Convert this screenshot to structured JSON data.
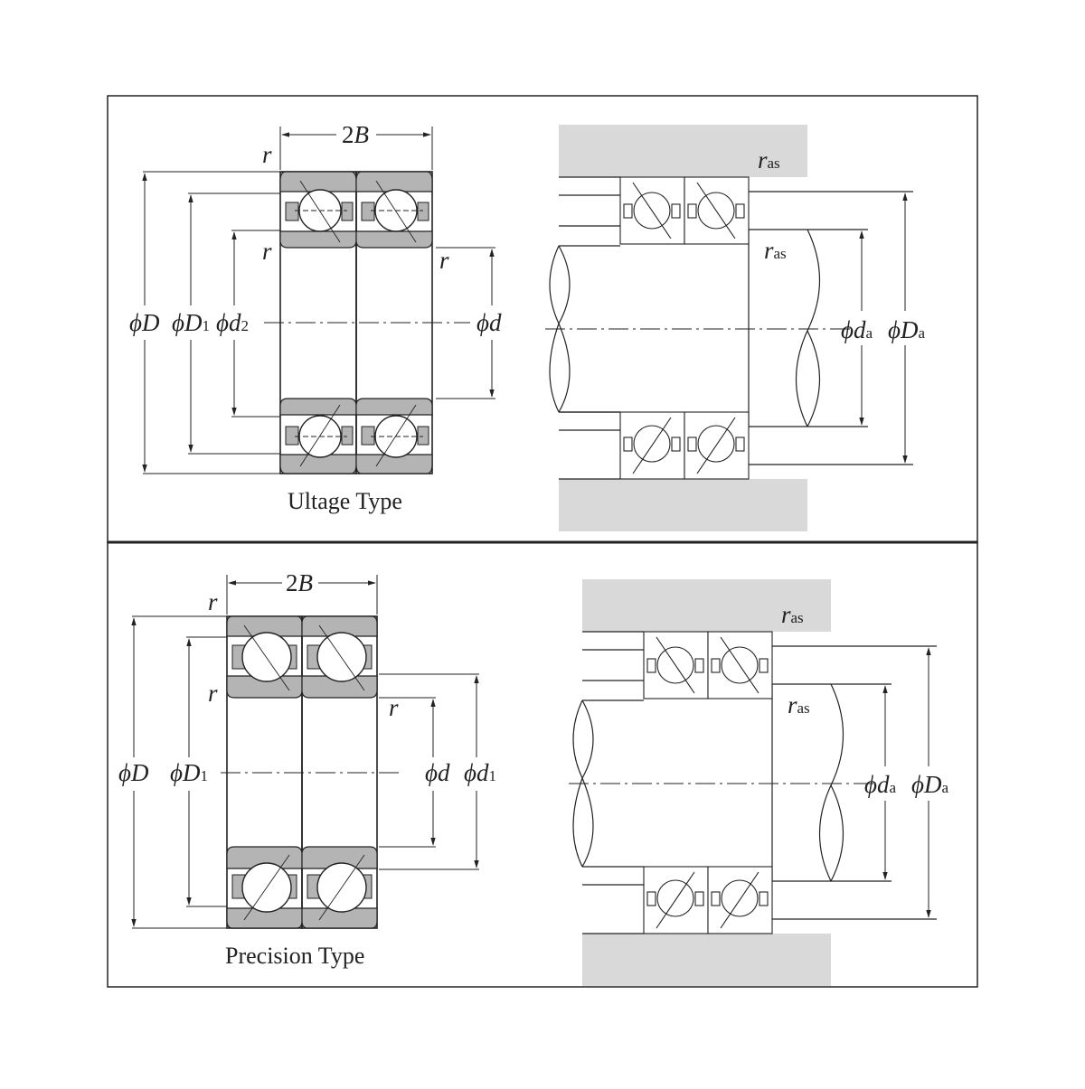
{
  "colors": {
    "race": "#b4b4b4",
    "housing": "#d9d9d9",
    "line": "#222222",
    "panel_border": "#222222"
  },
  "panels": [
    {
      "caption": "Ultage Type",
      "width_label": "2B",
      "corner_radius_label": "r",
      "outer_dia": {
        "prefix": "ϕ",
        "main": "D",
        "sub": ""
      },
      "outer_ring_dia": {
        "prefix": "ϕ",
        "main": "D",
        "sub": "1"
      },
      "inner_ring_dia": {
        "prefix": "ϕ",
        "main": "d",
        "sub": "2"
      },
      "bore_dia": {
        "prefix": "ϕ",
        "main": "d",
        "sub": ""
      },
      "mount": {
        "fillet_label": {
          "main": "r",
          "sub": "as"
        },
        "shaft_shoulder_dia": {
          "prefix": "ϕ",
          "main": "d",
          "sub": "a"
        },
        "housing_shoulder_dia": {
          "prefix": "ϕ",
          "main": "D",
          "sub": "a"
        }
      }
    },
    {
      "caption": "Precision Type",
      "width_label": "2B",
      "corner_radius_label": "r",
      "outer_dia": {
        "prefix": "ϕ",
        "main": "D",
        "sub": ""
      },
      "outer_ring_dia": {
        "prefix": "ϕ",
        "main": "D",
        "sub": "1"
      },
      "bore_dia": {
        "prefix": "ϕ",
        "main": "d",
        "sub": ""
      },
      "inner_ring_dia": {
        "prefix": "ϕ",
        "main": "d",
        "sub": "1"
      },
      "mount": {
        "fillet_label": {
          "main": "r",
          "sub": "as"
        },
        "shaft_shoulder_dia": {
          "prefix": "ϕ",
          "main": "d",
          "sub": "a"
        },
        "housing_shoulder_dia": {
          "prefix": "ϕ",
          "main": "D",
          "sub": "a"
        }
      }
    }
  ]
}
